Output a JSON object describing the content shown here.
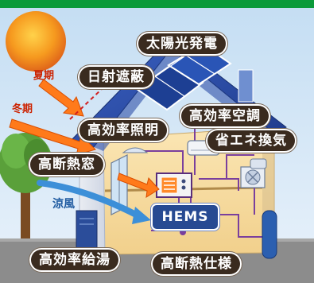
{
  "labels": {
    "solar": "太陽光発電",
    "sunshade": "日射遮蔽",
    "summer": "夏期",
    "winter": "冬期",
    "efficient_ac": "高効率空調",
    "efficient_lighting": "高効率照明",
    "ventilation": "省エネ換気",
    "insulated_window": "高断熱窓",
    "cool_breeze": "涼風",
    "hems": "HEMS",
    "efficient_water_heater": "高効率給湯",
    "insulation_spec": "高断熱仕様"
  },
  "colors": {
    "top_band": "#0a9a3a",
    "sky": "#d3e6f6",
    "roof": "#27449b",
    "wall": "#f6dca1",
    "interior_lines": "#7a3f9d",
    "arrow": "#ff7a1a",
    "pill_bg": "#3a2b1f",
    "summer_text": "#cc2200",
    "winter_text": "#cc2200",
    "breeze_text": "#1e5aa0"
  }
}
